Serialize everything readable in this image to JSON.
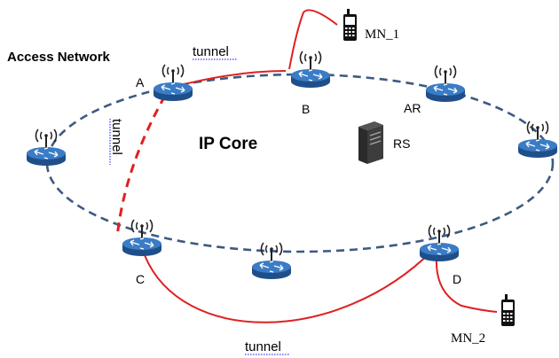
{
  "labels": {
    "access_network": "Access Network",
    "ip_core": "IP Core",
    "router_a": "A",
    "router_b": "B",
    "router_c": "C",
    "router_d": "D",
    "router_ar": "AR",
    "server_rs": "RS",
    "mobile_1": "MN_1",
    "mobile_2": "MN_2",
    "tunnel_top": "tunnel",
    "tunnel_left": "tunnel",
    "tunnel_bottom": "tunnel"
  },
  "colors": {
    "ring": "#3d5a80",
    "tunnel": "#e02020",
    "router_body": "#2f6db5",
    "router_dark": "#1f4f8a",
    "underline": "#3a3aff",
    "text": "#000000"
  },
  "icons": {
    "router": "wireless-router-icon",
    "server": "server-icon",
    "phone": "mobile-phone-icon"
  }
}
